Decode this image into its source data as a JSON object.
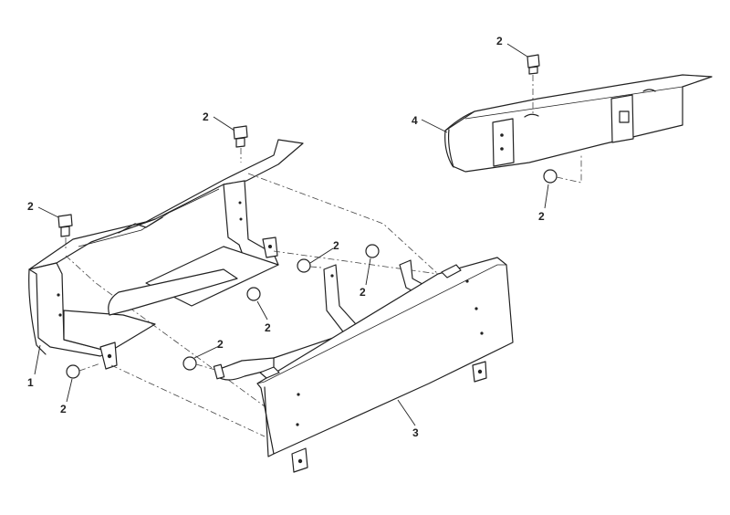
{
  "callouts": {
    "c1": "1",
    "c2a": "2",
    "c2b": "2",
    "c2c": "2",
    "c2d": "2",
    "c2e": "2",
    "c2f": "2",
    "c2g": "2",
    "c2h": "2",
    "c2i": "2",
    "c3": "3",
    "c4": "4"
  }
}
